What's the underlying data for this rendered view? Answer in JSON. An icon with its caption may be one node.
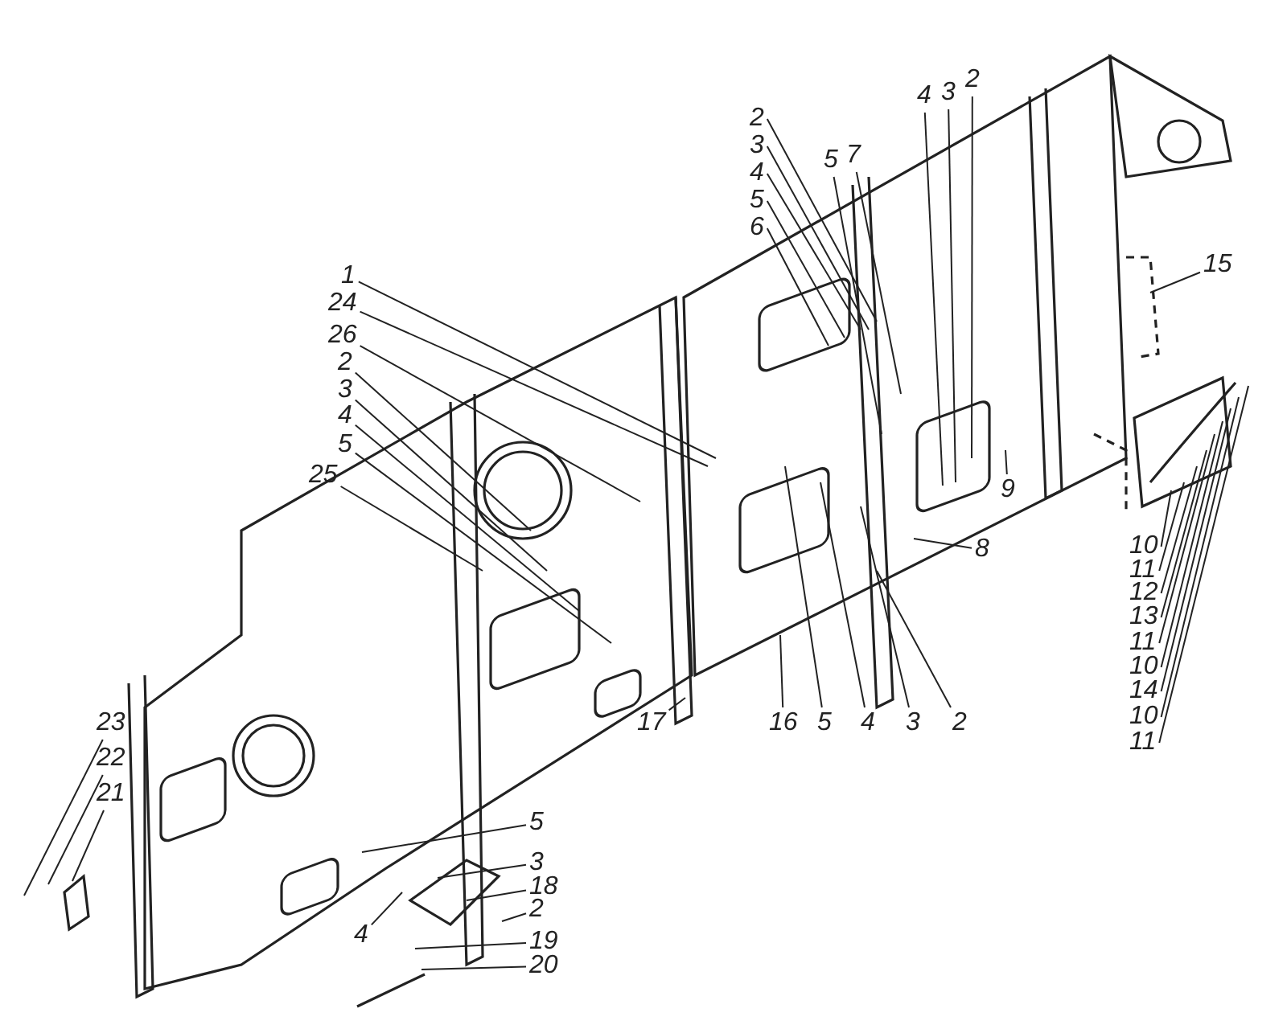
{
  "diagram": {
    "nodes": [
      {
        "text": [
          "2"
        ]
      },
      {
        "text": [
          "3"
        ]
      },
      {
        "text": [
          "4"
        ]
      },
      {
        "text": [
          "7"
        ]
      },
      {
        "text": [
          "5"
        ]
      },
      {
        "text": [
          "2"
        ]
      },
      {
        "text": [
          "3"
        ]
      },
      {
        "text": [
          "4"
        ]
      },
      {
        "text": [
          "5"
        ]
      },
      {
        "text": [
          "6"
        ]
      },
      {
        "text": [
          "15"
        ]
      },
      {
        "text": [
          "1"
        ]
      },
      {
        "text": [
          "24"
        ]
      },
      {
        "text": [
          "26"
        ]
      },
      {
        "text": [
          "2"
        ]
      },
      {
        "text": [
          "3"
        ]
      },
      {
        "text": [
          "4"
        ]
      },
      {
        "text": [
          "5"
        ]
      },
      {
        "text": [
          "25"
        ]
      },
      {
        "text": [
          "9"
        ]
      },
      {
        "text": [
          "8"
        ]
      },
      {
        "text": [
          "10"
        ]
      },
      {
        "text": [
          "11"
        ]
      },
      {
        "text": [
          "12"
        ]
      },
      {
        "text": [
          "13"
        ]
      },
      {
        "text": [
          "11"
        ]
      },
      {
        "text": [
          "10"
        ]
      },
      {
        "text": [
          "14"
        ]
      },
      {
        "text": [
          "10"
        ]
      },
      {
        "text": [
          "11"
        ]
      },
      {
        "text": [
          "17"
        ]
      },
      {
        "text": [
          "16"
        ]
      },
      {
        "text": [
          "5"
        ]
      },
      {
        "text": [
          "4"
        ]
      },
      {
        "text": [
          "3"
        ]
      },
      {
        "text": [
          "2"
        ]
      },
      {
        "text": [
          "23"
        ]
      },
      {
        "text": [
          "22"
        ]
      },
      {
        "text": [
          "21"
        ]
      },
      {
        "text": [
          "5"
        ]
      },
      {
        "text": [
          "3"
        ]
      },
      {
        "text": [
          "18"
        ]
      },
      {
        "text": [
          "2"
        ]
      },
      {
        "text": [
          "4"
        ]
      },
      {
        "text": [
          "19"
        ]
      },
      {
        "text": [
          "20"
        ]
      }
    ],
    "edges": [
      {
        "from": 0,
        "to": null,
        "arrow": "none"
      },
      {
        "from": 1,
        "to": null,
        "arrow": "none"
      },
      {
        "from": 2,
        "to": null,
        "arrow": "none"
      },
      {
        "from": 3,
        "to": null,
        "arrow": "none"
      },
      {
        "from": 4,
        "to": null,
        "arrow": "none"
      },
      {
        "from": 5,
        "to": null,
        "arrow": "none"
      },
      {
        "from": 6,
        "to": null,
        "arrow": "none"
      },
      {
        "from": 7,
        "to": null,
        "arrow": "none"
      },
      {
        "from": 8,
        "to": null,
        "arrow": "none"
      },
      {
        "from": 9,
        "to": null,
        "arrow": "none"
      },
      {
        "from": 10,
        "to": null,
        "arrow": "none"
      },
      {
        "from": 11,
        "to": null,
        "arrow": "none"
      },
      {
        "from": 12,
        "to": null,
        "arrow": "none"
      },
      {
        "from": 13,
        "to": null,
        "arrow": "none"
      },
      {
        "from": 14,
        "to": null,
        "arrow": "none"
      },
      {
        "from": 15,
        "to": null,
        "arrow": "none"
      },
      {
        "from": 16,
        "to": null,
        "arrow": "none"
      },
      {
        "from": 17,
        "to": null,
        "arrow": "none"
      },
      {
        "from": 18,
        "to": null,
        "arrow": "none"
      },
      {
        "from": 19,
        "to": null,
        "arrow": "none"
      },
      {
        "from": 20,
        "to": null,
        "arrow": "none"
      },
      {
        "from": 21,
        "to": null,
        "arrow": "none"
      },
      {
        "from": 22,
        "to": null,
        "arrow": "none"
      },
      {
        "from": 23,
        "to": null,
        "arrow": "none"
      },
      {
        "from": 24,
        "to": null,
        "arrow": "none"
      },
      {
        "from": 25,
        "to": null,
        "arrow": "none"
      },
      {
        "from": 26,
        "to": null,
        "arrow": "none"
      },
      {
        "from": 27,
        "to": null,
        "arrow": "none"
      },
      {
        "from": 28,
        "to": null,
        "arrow": "none"
      },
      {
        "from": 29,
        "to": null,
        "arrow": "none"
      },
      {
        "from": 30,
        "to": null,
        "arrow": "none"
      },
      {
        "from": 31,
        "to": null,
        "arrow": "none"
      },
      {
        "from": 32,
        "to": null,
        "arrow": "none"
      },
      {
        "from": 33,
        "to": null,
        "arrow": "none"
      },
      {
        "from": 34,
        "to": null,
        "arrow": "none"
      },
      {
        "from": 35,
        "to": null,
        "arrow": "none"
      },
      {
        "from": 36,
        "to": null,
        "arrow": "none"
      },
      {
        "from": 37,
        "to": null,
        "arrow": "none"
      },
      {
        "from": 38,
        "to": null,
        "arrow": "none"
      },
      {
        "from": 39,
        "to": null,
        "arrow": "none"
      },
      {
        "from": 40,
        "to": null,
        "arrow": "none"
      },
      {
        "from": 41,
        "to": null,
        "arrow": "none"
      },
      {
        "from": 42,
        "to": null,
        "arrow": "none"
      },
      {
        "from": 43,
        "to": null,
        "arrow": "none"
      },
      {
        "from": 44,
        "to": null,
        "arrow": "none"
      },
      {
        "from": 45,
        "to": null,
        "arrow": "none"
      }
    ]
  }
}
